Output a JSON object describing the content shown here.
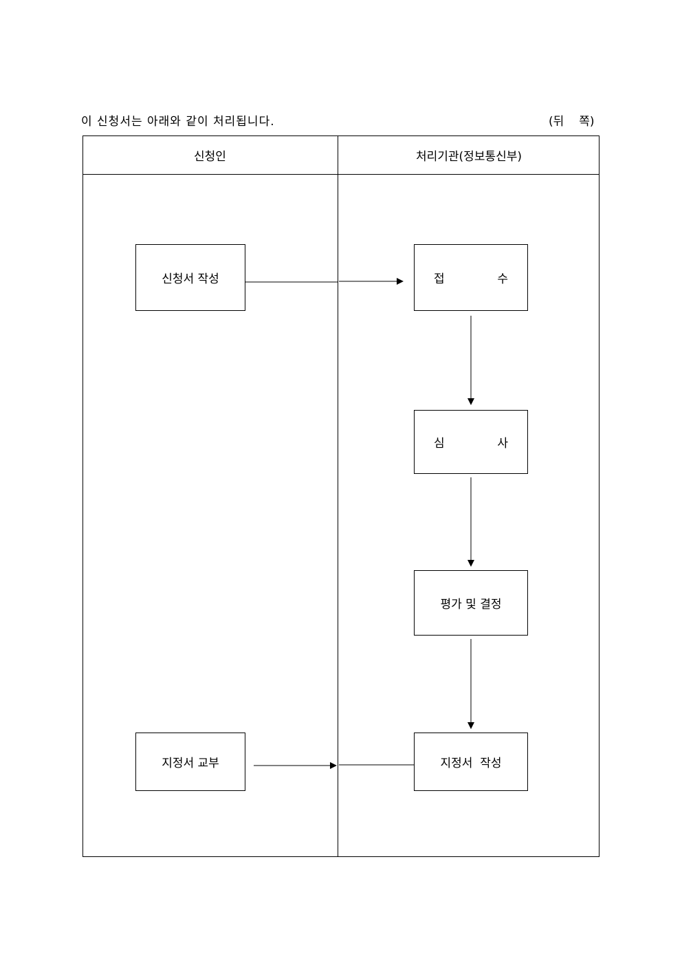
{
  "header": {
    "intro": "이 신청서는 아래와 같이 처리됩니다.",
    "side_left": "(뒤",
    "side_right": "쪽)"
  },
  "columns": {
    "applicant": "신청인",
    "agency": "처리기관(정보통신부)"
  },
  "boxes": {
    "write_application": "신청서 작성",
    "receipt_left": "접",
    "receipt_right": "수",
    "review_left": "심",
    "review_right": "사",
    "evaluation": "평가 및 결정",
    "write_certificate": "지정서  작성",
    "issue_certificate": "지정서 교부"
  }
}
